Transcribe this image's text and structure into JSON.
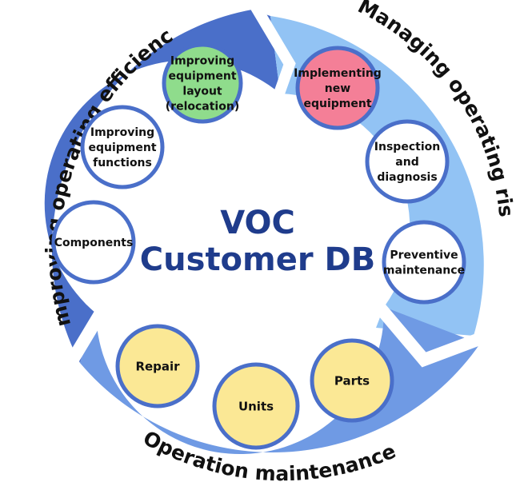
{
  "center": {
    "line1": "VOC",
    "line2": "Customer DB"
  },
  "segments": [
    {
      "key": "efficiency",
      "label": "Improving operating efficiency",
      "color": "#4a6fc9"
    },
    {
      "key": "risk",
      "label": "Managing operating risk",
      "color": "#92c3f4"
    },
    {
      "key": "maintenance",
      "label": "Operation maintenance",
      "color": "#6f9ae4"
    }
  ],
  "nodes": [
    {
      "key": "improving-equipment-layout",
      "lines": [
        "Improving",
        "equipment",
        "layout",
        "(relocation)"
      ],
      "fill": "#8fdc8c"
    },
    {
      "key": "improving-equipment-functions",
      "lines": [
        "Improving",
        "equipment",
        "functions"
      ],
      "fill": "#ffffff"
    },
    {
      "key": "components",
      "lines": [
        "Components"
      ],
      "fill": "#ffffff"
    },
    {
      "key": "implementing-new-equipment",
      "lines": [
        "Implementing",
        "new",
        "equipment"
      ],
      "fill": "#f47f97"
    },
    {
      "key": "inspection-and-diagnosis",
      "lines": [
        "Inspection",
        "and",
        "diagnosis"
      ],
      "fill": "#ffffff"
    },
    {
      "key": "preventive-maintenance",
      "lines": [
        "Preventive",
        "maintenance"
      ],
      "fill": "#ffffff"
    },
    {
      "key": "repair",
      "lines": [
        "Repair"
      ],
      "fill": "#fbe895"
    },
    {
      "key": "units",
      "lines": [
        "Units"
      ],
      "fill": "#fbe895"
    },
    {
      "key": "parts",
      "lines": [
        "Parts"
      ],
      "fill": "#fbe895"
    }
  ]
}
